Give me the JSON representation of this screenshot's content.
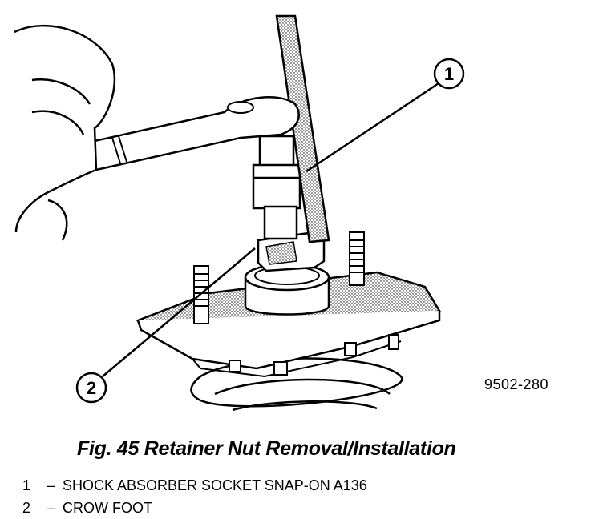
{
  "figure": {
    "caption": "Fig. 45 Retainer Nut Removal/Installation",
    "drawing_code": "9502-280",
    "callouts": [
      {
        "number": "1",
        "label": "SHOCK ABSORBER SOCKET SNAP-ON A136"
      },
      {
        "number": "2",
        "label": "CROW FOOT"
      }
    ],
    "legend_separator": "–"
  }
}
